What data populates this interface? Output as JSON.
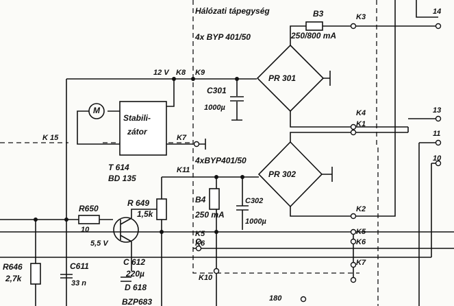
{
  "title": "Hálózati tápegység",
  "labels": {
    "f_b3": "B3",
    "f_b3_val": "250/800 mA",
    "bridge1_type": "4x BYP 401/50",
    "bridge2_type": "4xBYP401/50",
    "pr301": "PR 301",
    "pr302": "PR 302",
    "c301": "C301",
    "c301_val": "1000µ",
    "c302": "C302",
    "c302_val": "1000µ",
    "b4": "B4",
    "b4_val": "250 mA",
    "v12": "12 V",
    "k8": "K8",
    "k9": "K9",
    "k7a": "K7",
    "k15": "K 15",
    "k11": "K11",
    "k3": "K3",
    "k4": "K4",
    "k1": "K1",
    "k2": "K2",
    "k5l": "K5",
    "k6l": "K6",
    "k5r": "K5",
    "k6r": "K6",
    "k7r": "K7",
    "k10": "K10",
    "n14": "14",
    "n13": "13",
    "n11": "11",
    "n10": "10",
    "stab1": "Stabili-",
    "stab2": "zátor",
    "motor": "M",
    "t614": "T 614",
    "bd135": "BD 135",
    "r650": "R650",
    "r650_val": "10",
    "r649": "R 649",
    "r649_val": "1,5k",
    "v55": "5,5 V",
    "c612": "C 612",
    "c612_val": "220µ",
    "d618": "D 618",
    "bzp": "BZP683",
    "r646": "R646",
    "r646_val": "2,7k",
    "c611": "C611",
    "c611_val": "33 n",
    "n180": "180"
  }
}
